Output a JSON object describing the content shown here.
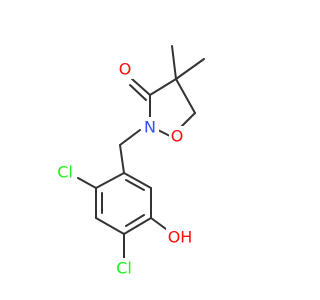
{
  "atoms": [
    {
      "id": "O_carbonyl",
      "text": "O",
      "color": "#FF0D0D"
    },
    {
      "id": "N",
      "text": "N",
      "color": "#3050F8"
    },
    {
      "id": "O_ring",
      "text": "O",
      "color": "#FF0D0D"
    },
    {
      "id": "Cl_top",
      "text": "Cl",
      "color": "#1FF01F"
    },
    {
      "id": "Cl_bottom",
      "text": "Cl",
      "color": "#1FF01F"
    },
    {
      "id": "OH",
      "text": "OH",
      "color": "#FF0D0D"
    }
  ],
  "colors": {
    "bond": "#333333",
    "background": "#FFFFFF"
  }
}
